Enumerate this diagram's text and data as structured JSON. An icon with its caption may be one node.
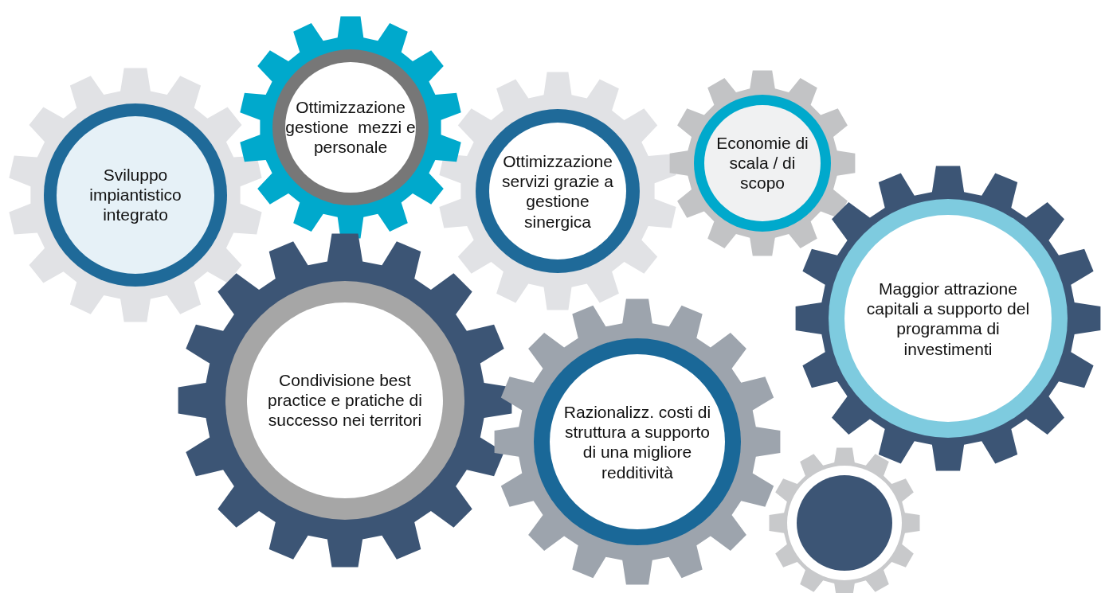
{
  "diagram": {
    "nodes": [
      {
        "text": [
          "Sviluppo impiantistico integrato"
        ]
      },
      {
        "text": [
          "Ottimizzazione gestione  mezzi e personale"
        ]
      },
      {
        "text": [
          "Ottimizzazione servizi grazie a gestione sinergica"
        ]
      },
      {
        "text": [
          "Economie di scala / di scopo"
        ]
      },
      {
        "text": [
          "Condivisione best practice e pratiche di successo nei territori"
        ]
      },
      {
        "text": [
          "Razionalizz. costi di struttura a supporto di una migliore redditività"
        ]
      },
      {
        "text": [
          "Maggior attrazione capitali a supporto del programma di investimenti"
        ]
      },
      {
        "text": [],
        "shape": "gear"
      }
    ]
  }
}
